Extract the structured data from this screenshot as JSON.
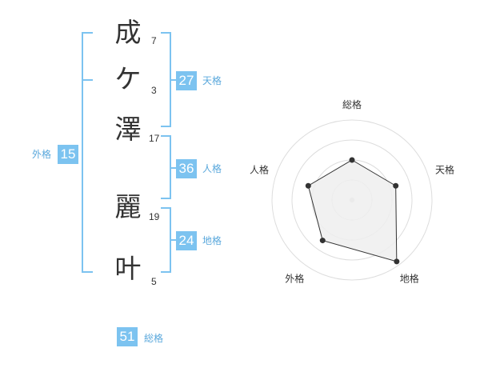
{
  "name": {
    "chars": [
      {
        "char": "成",
        "strokes": "7"
      },
      {
        "char": "ケ",
        "strokes": "3"
      },
      {
        "char": "澤",
        "strokes": "17"
      },
      {
        "char": "麗",
        "strokes": "19"
      },
      {
        "char": "叶",
        "strokes": "5"
      }
    ]
  },
  "fortunes": {
    "tenkaku": {
      "value": "27",
      "label": "天格"
    },
    "jinkaku": {
      "value": "36",
      "label": "人格"
    },
    "chikaku": {
      "value": "24",
      "label": "地格"
    },
    "gaikaku": {
      "value": "15",
      "label": "外格"
    },
    "soukaku": {
      "value": "51",
      "label": "総格"
    }
  },
  "colors": {
    "accent": "#7cc3f0",
    "line": "#7cc3f0",
    "text": "#333333"
  },
  "chart_data": {
    "type": "radar",
    "axes": [
      "総格",
      "天格",
      "地格",
      "外格",
      "人格"
    ],
    "max": 4,
    "values": [
      2.0,
      2.3,
      3.8,
      2.5,
      2.3
    ]
  }
}
